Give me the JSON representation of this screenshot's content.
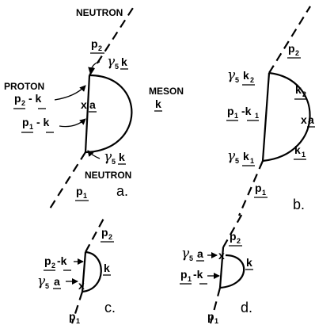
{
  "panel_a": {
    "neutron_top": "NEUTRON",
    "p2": "p",
    "p2_sub": "2",
    "gamma5k_top": "5",
    "k_top": "k",
    "meson": "MESON",
    "meson_k": "k",
    "proton": "PROTON",
    "p2_minus_k": {
      "p": "p",
      "sub": "2",
      "rest": "- k"
    },
    "xa": "a",
    "p1_minus_k": {
      "p": "p",
      "sub": "1",
      "rest": "- k"
    },
    "gamma5k_bottom": "5",
    "k_bottom": "k",
    "neutron_bottom": "NEUTRON",
    "p1": "p",
    "p1_sub": "1",
    "letter": "a."
  },
  "panel_b": {
    "p2": "p",
    "p2_sub": "2",
    "gamma_k2": {
      "sub": "5",
      "k": "k",
      "ksub": "2"
    },
    "k2": "k",
    "k2_sub": "2",
    "p1_minus_k1": {
      "p": "p",
      "sub": "1",
      "rest": "-k",
      "rsub": "1"
    },
    "xa": "a",
    "gamma_k1": {
      "sub": "5",
      "k": "k",
      "ksub": "1"
    },
    "k1": "k",
    "k1_sub": "1",
    "p1": "p",
    "p1_sub": "1",
    "letter": "b."
  },
  "panel_c": {
    "p2": "p",
    "p2_sub": "2",
    "p2_minus_k": {
      "p": "p",
      "sub": "2",
      "rest": "-k"
    },
    "k": "k",
    "gamma_a": {
      "sub": "5",
      "a": "a"
    },
    "p1": "p",
    "p1_sub": "1",
    "letter": "c."
  },
  "panel_d": {
    "p2": "p",
    "p2_sub": "2",
    "gamma_a": {
      "sub": "5",
      "a": "a"
    },
    "k": "k",
    "p1_minus_k": {
      "p": "p",
      "sub": "1",
      "rest": "-k"
    },
    "p1": "p",
    "p1_sub": "1",
    "letter": "d."
  }
}
